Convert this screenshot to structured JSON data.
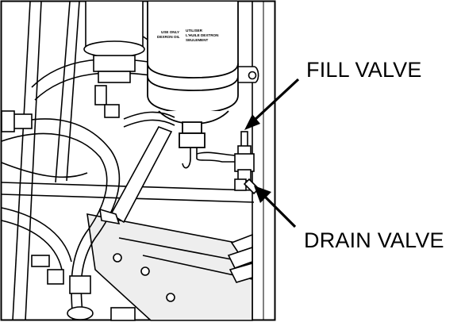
{
  "labels": {
    "fill_valve": "FILL VALVE",
    "drain_valve": "DRAIN VALVE"
  },
  "filter_label": {
    "left_line1": "USE ONLY",
    "left_line2": "DEXRON OIL",
    "right_line1": "UTILISER",
    "right_line2": "L'HUILE DEXTRON",
    "right_line3": "SEULEMENT"
  },
  "colors": {
    "line": "#000000",
    "background": "#ffffff",
    "panel_gray": "#d9d9d9",
    "hose_gray": "#cccccc"
  }
}
